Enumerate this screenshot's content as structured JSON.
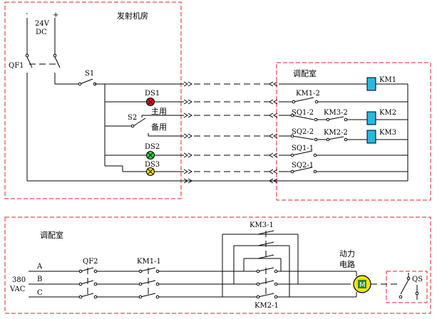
{
  "zones": {
    "transmitter_room": "发射机房",
    "control_room_top": "调配室",
    "control_room_bottom": "调配室"
  },
  "supply": {
    "minus": "-",
    "plus": "+",
    "voltage": "24V",
    "type": "DC"
  },
  "components": {
    "qf1": "QF1",
    "s1": "S1",
    "s2": "S2",
    "ds1": "DS1",
    "ds2": "DS2",
    "ds3": "DS3",
    "main_use": "主用",
    "backup_use": "备用",
    "km1": "KM1",
    "km2": "KM2",
    "km3": "KM3",
    "km1_2": "KM1-2",
    "sq1_2": "SQ1-2",
    "km3_2": "KM3-2",
    "sq2_2": "SQ2-2",
    "km2_2": "KM2-2",
    "sq1_1": "SQ1-1",
    "sq2_1": "SQ2-1"
  },
  "power": {
    "phase_a": "A",
    "phase_b": "B",
    "phase_c": "C",
    "voltage": "380",
    "type": "VAC",
    "qf2": "QF2",
    "km1_1": "KM1-1",
    "km3_1": "KM3-1",
    "km2_1": "KM2-1",
    "power_circuit_1": "动力",
    "power_circuit_2": "电路",
    "motor": "M",
    "qs": "QS"
  },
  "colors": {
    "zone_border": "#e02020",
    "coil_fill": "#29b8e0",
    "lamp_red": "#e01818",
    "lamp_green": "#30d040",
    "lamp_yellow": "#f0e030",
    "motor_fill": "#f5e400"
  }
}
